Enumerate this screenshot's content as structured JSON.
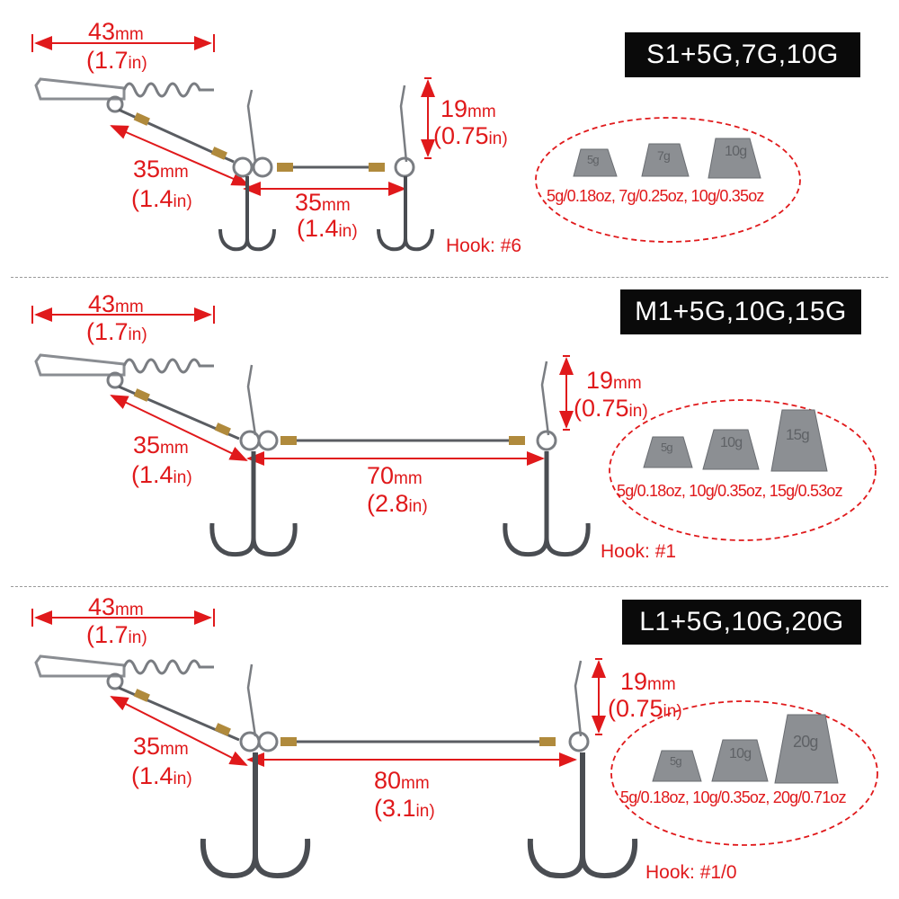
{
  "sections": [
    {
      "badge": "S1+5G,7G,10G",
      "snap_length": {
        "num": "43",
        "unit": "mm",
        "in_num": "(1.7",
        "in_unit": "in)"
      },
      "leader_length": {
        "num": "35",
        "unit": "mm",
        "in_num": "(1.4",
        "in_unit": "in)"
      },
      "spread_length": {
        "num": "35",
        "unit": "mm",
        "in_num": "(1.4",
        "in_unit": "in)"
      },
      "stinger_length": {
        "num": "19",
        "unit": "mm",
        "in_num": "(0.75",
        "in_unit": "in)"
      },
      "hook": "Hook: #6",
      "weights": "5g/0.18oz, 7g/0.25oz, 10g/0.35oz",
      "weight_marks": [
        "5g",
        "7g",
        "10g"
      ]
    },
    {
      "badge": "M1+5G,10G,15G",
      "snap_length": {
        "num": "43",
        "unit": "mm",
        "in_num": "(1.7",
        "in_unit": "in)"
      },
      "leader_length": {
        "num": "35",
        "unit": "mm",
        "in_num": "(1.4",
        "in_unit": "in)"
      },
      "spread_length": {
        "num": "70",
        "unit": "mm",
        "in_num": "(2.8",
        "in_unit": "in)"
      },
      "stinger_length": {
        "num": "19",
        "unit": "mm",
        "in_num": "(0.75",
        "in_unit": "in)"
      },
      "hook": "Hook: #1",
      "weights": "5g/0.18oz, 10g/0.35oz, 15g/0.53oz",
      "weight_marks": [
        "5g",
        "10g",
        "15g"
      ]
    },
    {
      "badge": "L1+5G,10G,20G",
      "snap_length": {
        "num": "43",
        "unit": "mm",
        "in_num": "(1.7",
        "in_unit": "in)"
      },
      "leader_length": {
        "num": "35",
        "unit": "mm",
        "in_num": "(1.4",
        "in_unit": "in)"
      },
      "spread_length": {
        "num": "80",
        "unit": "mm",
        "in_num": "(3.1",
        "in_unit": "in)"
      },
      "stinger_length": {
        "num": "19",
        "unit": "mm",
        "in_num": "(0.75",
        "in_unit": "in)"
      },
      "hook": "Hook: #1/0",
      "weights": "5g/0.18oz, 10g/0.35oz, 20g/0.71oz",
      "weight_marks": [
        "5g",
        "10g",
        "20g"
      ]
    }
  ],
  "colors": {
    "dimension": "#e0191b",
    "badge_bg": "#0a0a0a",
    "badge_text": "#ffffff",
    "metal": "#6f7378",
    "brass": "#b08a3c",
    "divider": "#9a9a9a"
  }
}
